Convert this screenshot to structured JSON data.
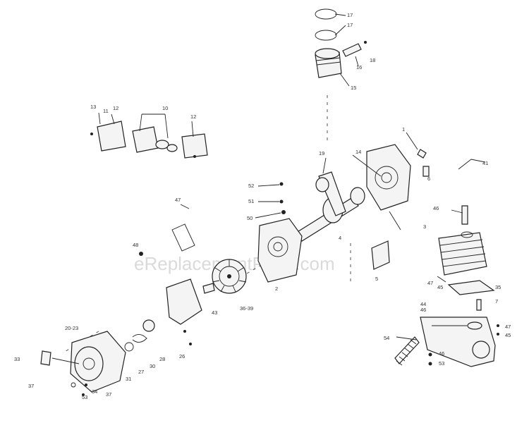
{
  "watermark": "eReplacementParts.com",
  "callouts": [
    {
      "id": "c17a",
      "text": "17"
    },
    {
      "id": "c17b",
      "text": "17"
    },
    {
      "id": "c18",
      "text": "18"
    },
    {
      "id": "c16",
      "text": "16"
    },
    {
      "id": "c15",
      "text": "15"
    },
    {
      "id": "c13",
      "text": "13"
    },
    {
      "id": "c11",
      "text": "11"
    },
    {
      "id": "c12a",
      "text": "12"
    },
    {
      "id": "c10",
      "text": "10"
    },
    {
      "id": "c12b",
      "text": "12"
    },
    {
      "id": "c1",
      "text": "1"
    },
    {
      "id": "c19",
      "text": "19"
    },
    {
      "id": "c6",
      "text": "6"
    },
    {
      "id": "c41",
      "text": "41"
    },
    {
      "id": "c52",
      "text": "52"
    },
    {
      "id": "c51",
      "text": "51"
    },
    {
      "id": "c50",
      "text": "50"
    },
    {
      "id": "c47",
      "text": "47"
    },
    {
      "id": "c48",
      "text": "48"
    },
    {
      "id": "c46",
      "text": "46"
    },
    {
      "id": "c3",
      "text": "3"
    },
    {
      "id": "c2",
      "text": "2"
    },
    {
      "id": "c5",
      "text": "5"
    },
    {
      "id": "c45",
      "text": "45"
    },
    {
      "id": "c35",
      "text": "35"
    },
    {
      "id": "c7",
      "text": "7"
    },
    {
      "id": "c44",
      "text": "44"
    },
    {
      "id": "c47b",
      "text": "47"
    },
    {
      "id": "c43",
      "text": "43"
    },
    {
      "id": "c36_39",
      "text": "36-39"
    },
    {
      "id": "c20_23",
      "text": "20-23"
    },
    {
      "id": "c33",
      "text": "33"
    },
    {
      "id": "c37",
      "text": "37"
    },
    {
      "id": "c34",
      "text": "34"
    },
    {
      "id": "c53",
      "text": "53"
    },
    {
      "id": "c31",
      "text": "31"
    },
    {
      "id": "c27",
      "text": "27"
    },
    {
      "id": "c30",
      "text": "30"
    },
    {
      "id": "c28",
      "text": "28"
    },
    {
      "id": "c26",
      "text": "26"
    },
    {
      "id": "c54",
      "text": "54"
    },
    {
      "id": "c46b",
      "text": "46"
    },
    {
      "id": "c53b",
      "text": "53"
    },
    {
      "id": "c47c",
      "text": "47"
    },
    {
      "id": "c45b",
      "text": "45"
    },
    {
      "id": "c46c",
      "text": "46"
    },
    {
      "id": "c14",
      "text": "14"
    },
    {
      "id": "c4",
      "text": "4"
    }
  ]
}
